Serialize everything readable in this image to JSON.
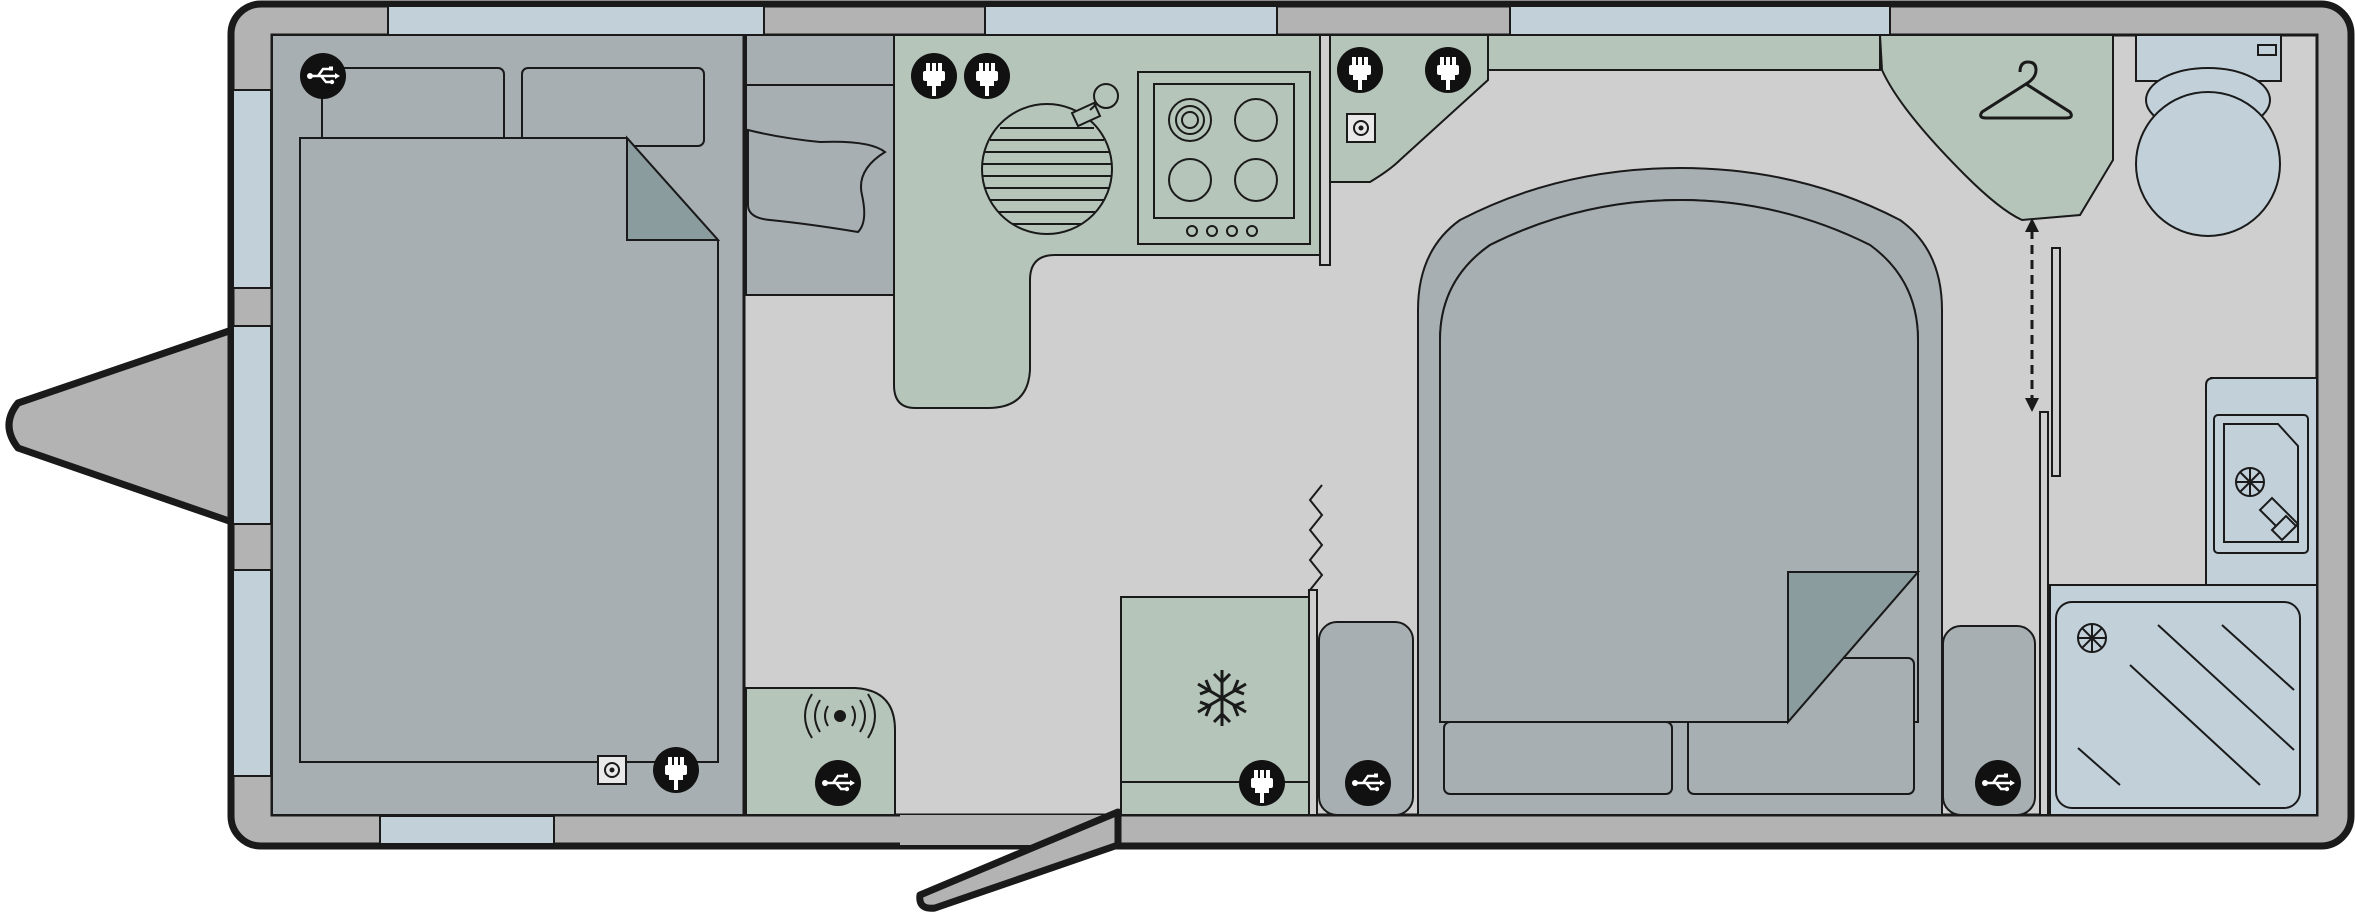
{
  "colors": {
    "background": "#ffffff",
    "outline": "#1a1a1a",
    "body_shell": "#b3b3b3",
    "floor": "#cfcfcf",
    "upholstery": "#a7afb2",
    "upholstery_dark": "#8b9c9f",
    "worktop": "#b5c5ba",
    "glass": "#c2d0da",
    "shower_tray": "#c3ced6",
    "icon_fill": "#111111",
    "icon_glyph": "#ffffff"
  },
  "rooms": [
    {
      "name": "front-bedroom",
      "features": [
        "island-bed",
        "usb-socket-icon",
        "mains-socket-icon",
        "tv-aerial-point-icon"
      ]
    },
    {
      "name": "kitchen",
      "features": [
        "hob",
        "round-sink",
        "fridge",
        "mains-socket-icon",
        "tv-aerial-point-icon"
      ]
    },
    {
      "name": "lounge",
      "features": [
        "seating",
        "usb-socket-icon",
        "wifi-icon"
      ]
    },
    {
      "name": "rear-bathroom",
      "features": [
        "wardrobe",
        "toilet",
        "wash-basin",
        "shower"
      ]
    }
  ],
  "icons": [
    "usb-icon",
    "plug-icon",
    "tv-point-icon",
    "hanger-icon",
    "snowflake-icon",
    "wifi-icon",
    "sliding-door-arrow-icon"
  ]
}
